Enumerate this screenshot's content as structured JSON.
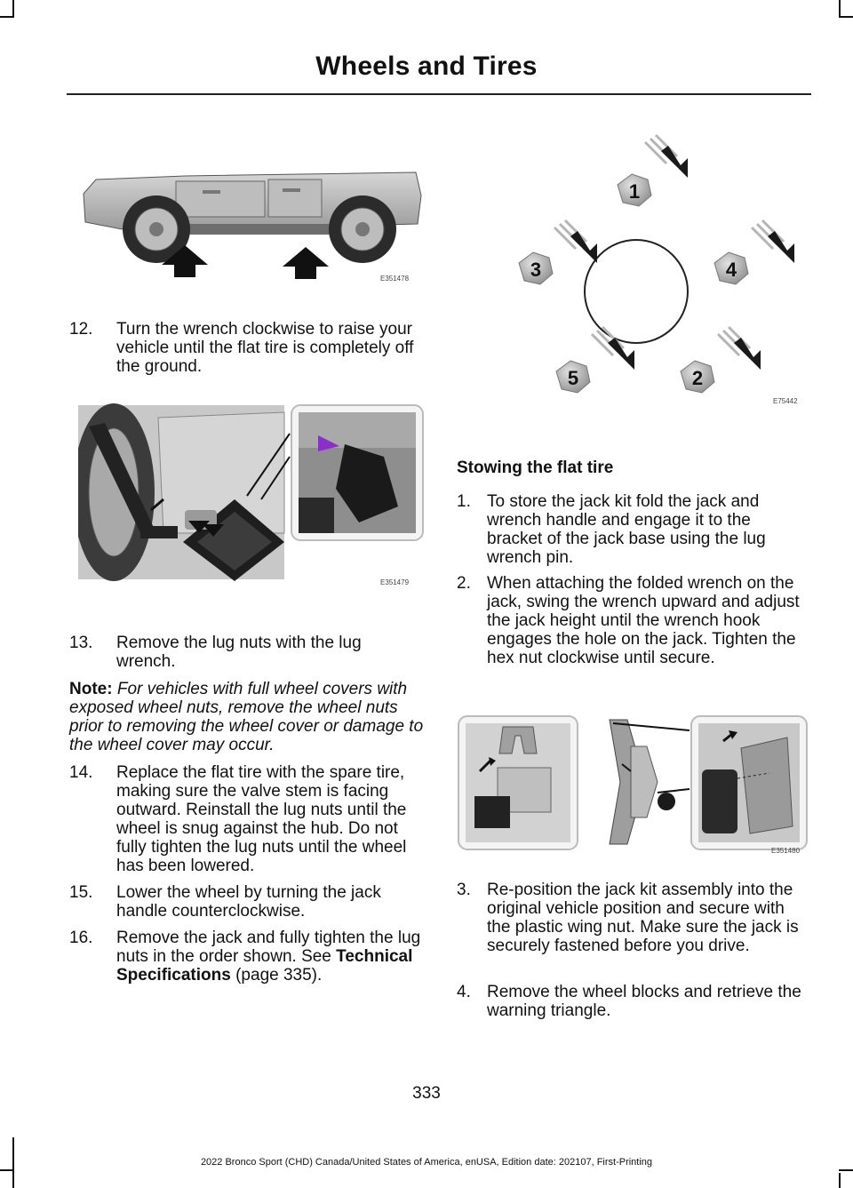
{
  "header": {
    "title": "Wheels and Tires"
  },
  "figures": {
    "vehicle_lift_points": {
      "code": "E351478"
    },
    "jack_raise": {
      "code": "E351479"
    },
    "lug_nut_sequence": {
      "code": "E75442",
      "nut_labels": [
        "1",
        "2",
        "3",
        "4",
        "5"
      ]
    },
    "jack_stow": {
      "code": "E351480"
    }
  },
  "left_column": {
    "step12": {
      "number": "12.",
      "text": "Turn the wrench clockwise to raise your vehicle until the flat tire is completely off the ground."
    },
    "step13": {
      "number": "13.",
      "text": "Remove the lug nuts with the lug wrench."
    },
    "note": {
      "label": "Note:",
      "text": "For vehicles with full wheel covers with exposed wheel nuts, remove the wheel nuts prior to removing the wheel cover or damage to the wheel cover may occur."
    },
    "step14": {
      "number": "14.",
      "text": "Replace the flat tire with the spare tire, making sure the valve stem is facing outward. Reinstall the lug nuts until the wheel is snug against the hub. Do not fully tighten the lug nuts until the wheel has been lowered."
    },
    "step15": {
      "number": "15.",
      "text": "Lower the wheel by turning the jack handle counterclockwise."
    },
    "step16": {
      "number": "16.",
      "text_before": "Remove the jack and fully tighten the lug nuts in the order shown.  See ",
      "ref": "Technical Specifications",
      "text_after": " (page 335)."
    }
  },
  "right_column": {
    "section_title": "Stowing the flat tire",
    "steps": [
      {
        "number": "1.",
        "text": "To store the jack kit fold the jack and wrench handle and engage it to the bracket of the jack base using the lug wrench pin."
      },
      {
        "number": "2.",
        "text": "When attaching the folded wrench on the jack, swing the wrench upward and adjust the jack height until the wrench hook engages the hole on the jack. Tighten the hex nut clockwise until secure."
      },
      {
        "number": "3.",
        "text": "Re-position the jack kit assembly into the original vehicle position and secure with the plastic wing nut. Make sure the jack is securely fastened before you drive."
      },
      {
        "number": "4.",
        "text": "Remove the wheel blocks and retrieve the warning triangle."
      }
    ]
  },
  "page_number": "333",
  "footer": "2022 Bronco Sport (CHD) Canada/United States of America, enUSA, Edition date: 202107, First-Printing"
}
